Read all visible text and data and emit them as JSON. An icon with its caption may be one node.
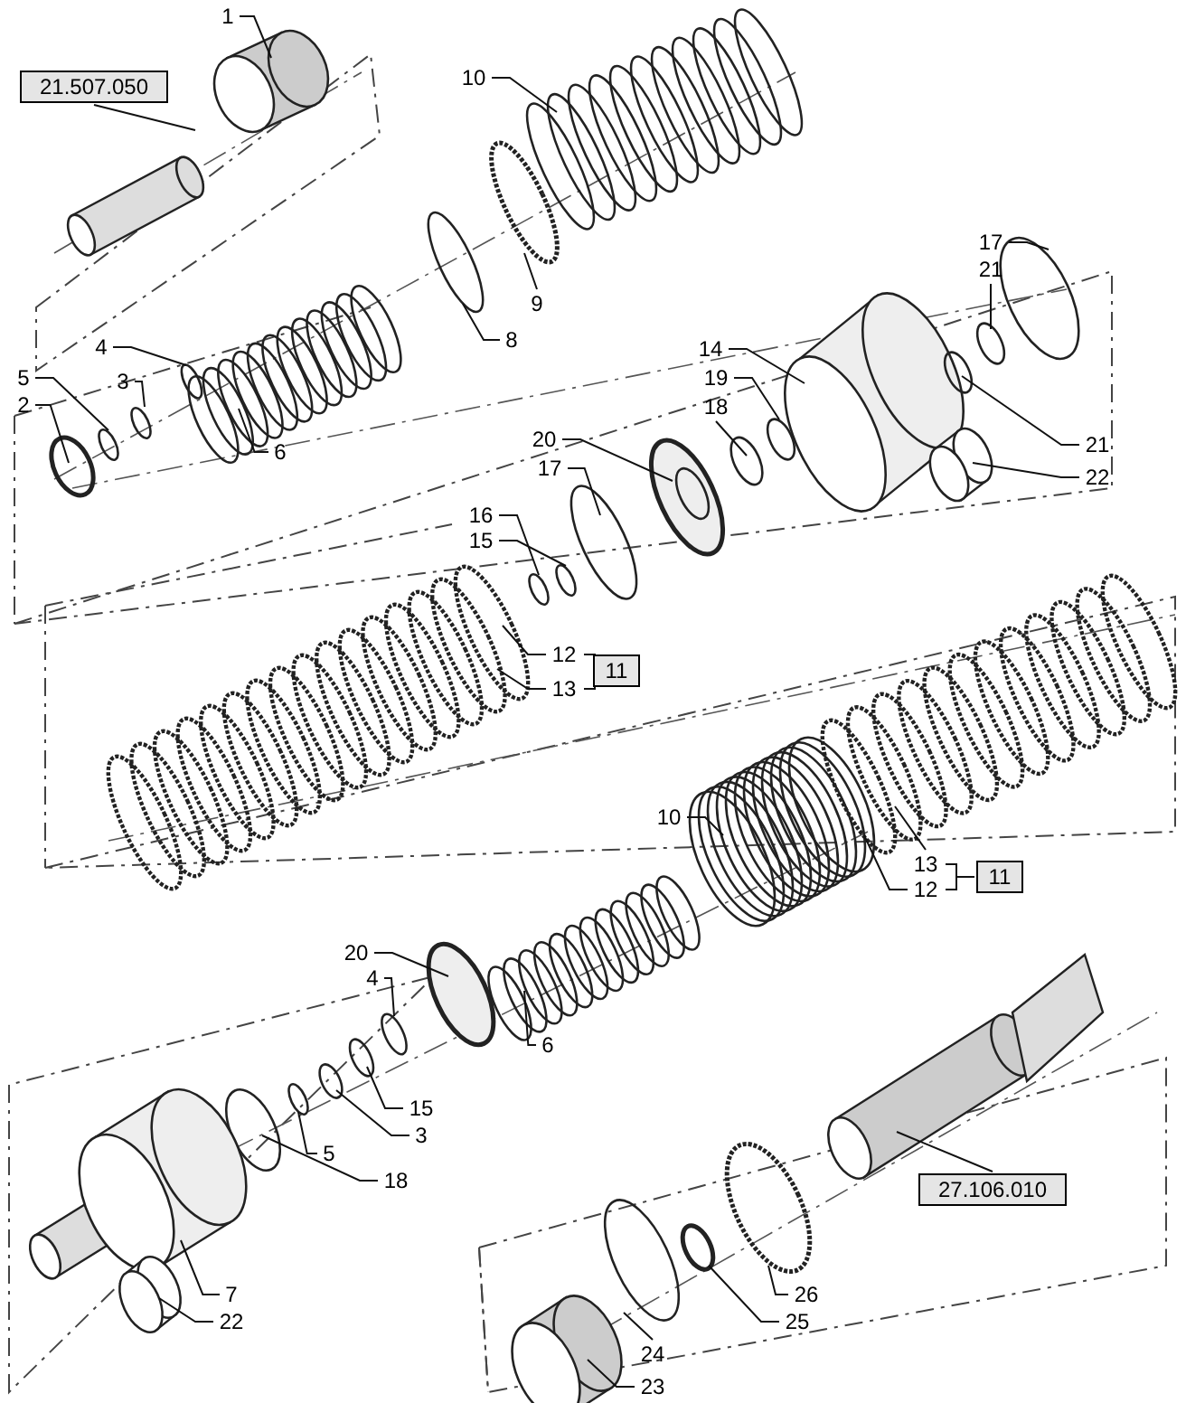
{
  "diagram": {
    "nodes": [
      {
        "text": [
          "1"
        ]
      },
      {
        "text": [
          "21.507.050"
        ]
      },
      {
        "text": [
          "10"
        ]
      },
      {
        "text": [
          "9"
        ]
      },
      {
        "text": [
          "8"
        ]
      },
      {
        "text": [
          "4"
        ]
      },
      {
        "text": [
          "3"
        ]
      },
      {
        "text": [
          "5"
        ]
      },
      {
        "text": [
          "2"
        ]
      },
      {
        "text": [
          "6"
        ]
      },
      {
        "text": [
          "17"
        ]
      },
      {
        "text": [
          "21"
        ]
      },
      {
        "text": [
          "14"
        ]
      },
      {
        "text": [
          "19"
        ]
      },
      {
        "text": [
          "18"
        ]
      },
      {
        "text": [
          "21"
        ]
      },
      {
        "text": [
          "22"
        ]
      },
      {
        "text": [
          "20"
        ]
      },
      {
        "text": [
          "17"
        ]
      },
      {
        "text": [
          "16"
        ]
      },
      {
        "text": [
          "15"
        ]
      },
      {
        "text": [
          "12"
        ]
      },
      {
        "text": [
          "11"
        ]
      },
      {
        "text": [
          "13"
        ]
      },
      {
        "text": [
          "10"
        ]
      },
      {
        "text": [
          "13"
        ]
      },
      {
        "text": [
          "11"
        ]
      },
      {
        "text": [
          "12"
        ]
      },
      {
        "text": [
          "20"
        ]
      },
      {
        "text": [
          "4"
        ]
      },
      {
        "text": [
          "6"
        ]
      },
      {
        "text": [
          "15"
        ]
      },
      {
        "text": [
          "3"
        ]
      },
      {
        "text": [
          "5"
        ]
      },
      {
        "text": [
          "18"
        ]
      },
      {
        "text": [
          "7"
        ]
      },
      {
        "text": [
          "22"
        ]
      },
      {
        "text": [
          "27.106.010"
        ]
      },
      {
        "text": [
          "26"
        ]
      },
      {
        "text": [
          "25"
        ]
      },
      {
        "text": [
          "24"
        ]
      },
      {
        "text": [
          "23"
        ]
      }
    ],
    "edges": [
      {
        "from": 0,
        "to": null,
        "arrow": "none"
      },
      {
        "from": 1,
        "to": null,
        "arrow": "none"
      },
      {
        "from": 2,
        "to": null,
        "arrow": "none"
      },
      {
        "from": 3,
        "to": null,
        "arrow": "none"
      },
      {
        "from": 4,
        "to": null,
        "arrow": "none"
      },
      {
        "from": 5,
        "to": null,
        "arrow": "none"
      },
      {
        "from": 6,
        "to": null,
        "arrow": "none"
      },
      {
        "from": 7,
        "to": null,
        "arrow": "none"
      },
      {
        "from": 8,
        "to": null,
        "arrow": "none"
      },
      {
        "from": 9,
        "to": null,
        "arrow": "none"
      },
      {
        "from": 10,
        "to": null,
        "arrow": "none"
      },
      {
        "from": 11,
        "to": null,
        "arrow": "none"
      },
      {
        "from": 12,
        "to": null,
        "arrow": "none"
      },
      {
        "from": 13,
        "to": null,
        "arrow": "none"
      },
      {
        "from": 14,
        "to": null,
        "arrow": "none"
      },
      {
        "from": 15,
        "to": null,
        "arrow": "none"
      },
      {
        "from": 16,
        "to": null,
        "arrow": "none"
      },
      {
        "from": 17,
        "to": null,
        "arrow": "none"
      },
      {
        "from": 18,
        "to": null,
        "arrow": "none"
      },
      {
        "from": 19,
        "to": null,
        "arrow": "none"
      },
      {
        "from": 20,
        "to": null,
        "arrow": "none"
      },
      {
        "from": 21,
        "to": null,
        "arrow": "none"
      },
      {
        "from": 23,
        "to": null,
        "arrow": "none"
      },
      {
        "from": 24,
        "to": null,
        "arrow": "none"
      },
      {
        "from": 25,
        "to": null,
        "arrow": "none"
      },
      {
        "from": 27,
        "to": null,
        "arrow": "none"
      },
      {
        "from": 28,
        "to": null,
        "arrow": "none"
      },
      {
        "from": 29,
        "to": null,
        "arrow": "none"
      },
      {
        "from": 30,
        "to": null,
        "arrow": "none"
      },
      {
        "from": 31,
        "to": null,
        "arrow": "none"
      },
      {
        "from": 32,
        "to": null,
        "arrow": "none"
      },
      {
        "from": 33,
        "to": null,
        "arrow": "none"
      },
      {
        "from": 34,
        "to": null,
        "arrow": "none"
      },
      {
        "from": 35,
        "to": null,
        "arrow": "none"
      },
      {
        "from": 36,
        "to": null,
        "arrow": "none"
      },
      {
        "from": 37,
        "to": null,
        "arrow": "none"
      },
      {
        "from": 38,
        "to": null,
        "arrow": "none"
      },
      {
        "from": 39,
        "to": null,
        "arrow": "none"
      },
      {
        "from": 40,
        "to": null,
        "arrow": "none"
      },
      {
        "from": 41,
        "to": null,
        "arrow": "none"
      }
    ]
  }
}
